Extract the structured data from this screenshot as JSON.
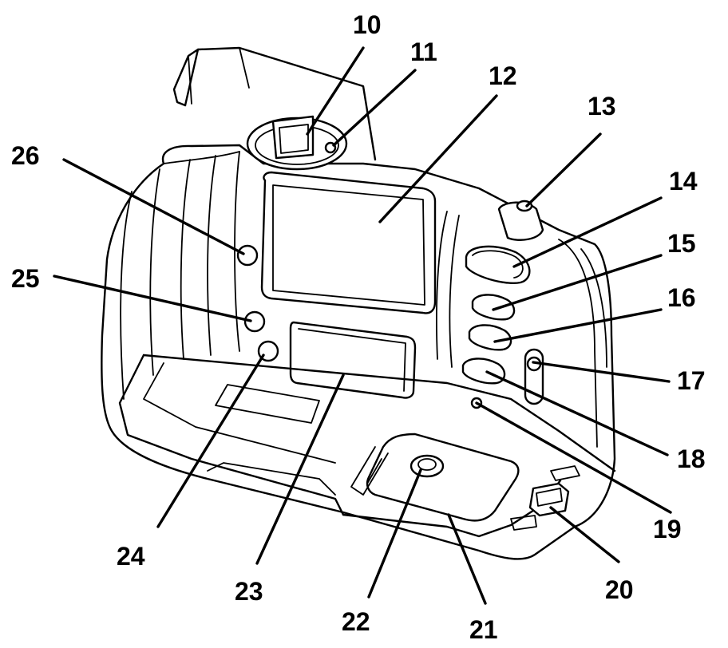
{
  "callouts": [
    {
      "id": "c10",
      "label": "10"
    },
    {
      "id": "c11",
      "label": "11"
    },
    {
      "id": "c12",
      "label": "12"
    },
    {
      "id": "c13",
      "label": "13"
    },
    {
      "id": "c14",
      "label": "14"
    },
    {
      "id": "c15",
      "label": "15"
    },
    {
      "id": "c16",
      "label": "16"
    },
    {
      "id": "c17",
      "label": "17"
    },
    {
      "id": "c18",
      "label": "18"
    },
    {
      "id": "c19",
      "label": "19"
    },
    {
      "id": "c20",
      "label": "20"
    },
    {
      "id": "c21",
      "label": "21"
    },
    {
      "id": "c22",
      "label": "22"
    },
    {
      "id": "c23",
      "label": "23"
    },
    {
      "id": "c24",
      "label": "24"
    },
    {
      "id": "c25",
      "label": "25"
    },
    {
      "id": "c26",
      "label": "26"
    }
  ]
}
